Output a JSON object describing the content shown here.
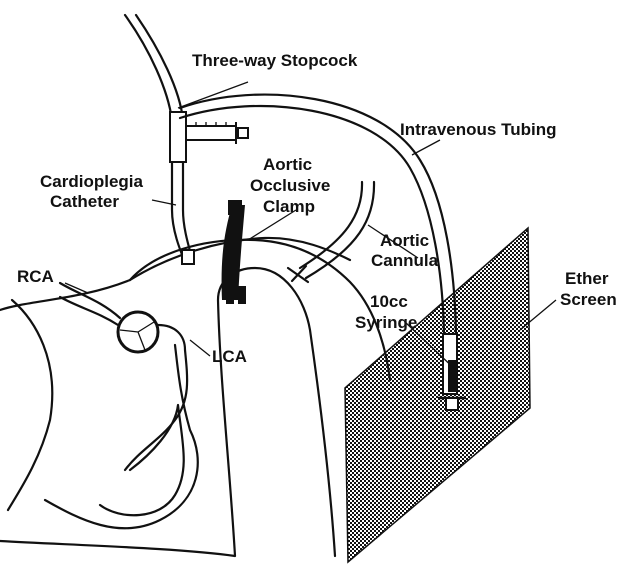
{
  "labels": {
    "stopcock": "Three-way Stopcock",
    "tubing": "Intravenous Tubing",
    "cardioplegia_line1": "Cardioplegia",
    "cardioplegia_line2": "Catheter",
    "clamp_line1": "Aortic",
    "clamp_line2": "Occlusive",
    "clamp_line3": "Clamp",
    "cannula_line1": "Aortic",
    "cannula_line2": "Cannula",
    "ether_line1": "Ether",
    "ether_line2": "Screen",
    "rca": "RCA",
    "lca": "LCA",
    "syringe_line1": "10cc",
    "syringe_line2": "Syringe"
  }
}
